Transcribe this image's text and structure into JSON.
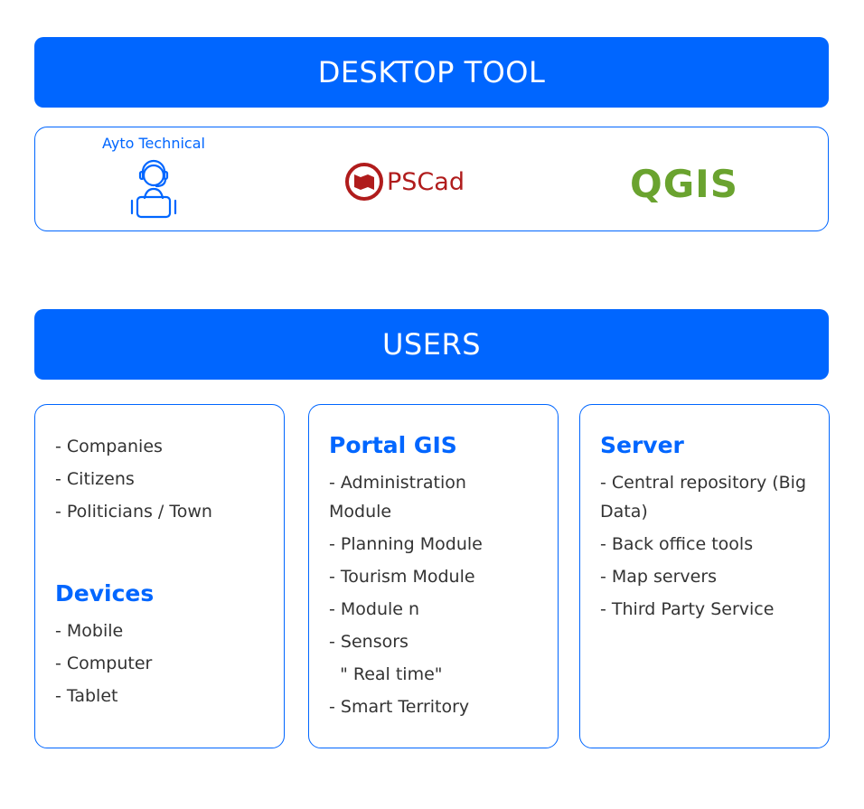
{
  "desktop_tool": {
    "title": "DESKTOP TOOL",
    "ayto_label": "Ayto Technical",
    "pscad_label": "PSCad",
    "qgis_label": "QGIS"
  },
  "users": {
    "title": "USERS",
    "card1": {
      "items": [
        "- Companies",
        "- Citizens",
        "- Politicians / Town"
      ],
      "devices_title": "Devices",
      "devices": [
        "- Mobile",
        "- Computer",
        "- Tablet"
      ]
    },
    "card2": {
      "title": "Portal GIS",
      "items": [
        "- Administration Module",
        "- Planning Module",
        "- Tourism Module",
        "- Module n",
        "- Sensors",
        "  \" Real time\"",
        "- Smart Territory"
      ]
    },
    "card3": {
      "title": "Server",
      "items": [
        "- Central repository (Big Data)",
        "- Back office tools",
        "- Map servers",
        "- Third Party Service"
      ]
    }
  },
  "colors": {
    "accent": "#0066ff",
    "pscad": "#b01c1c",
    "qgis": "#6aa32f"
  }
}
